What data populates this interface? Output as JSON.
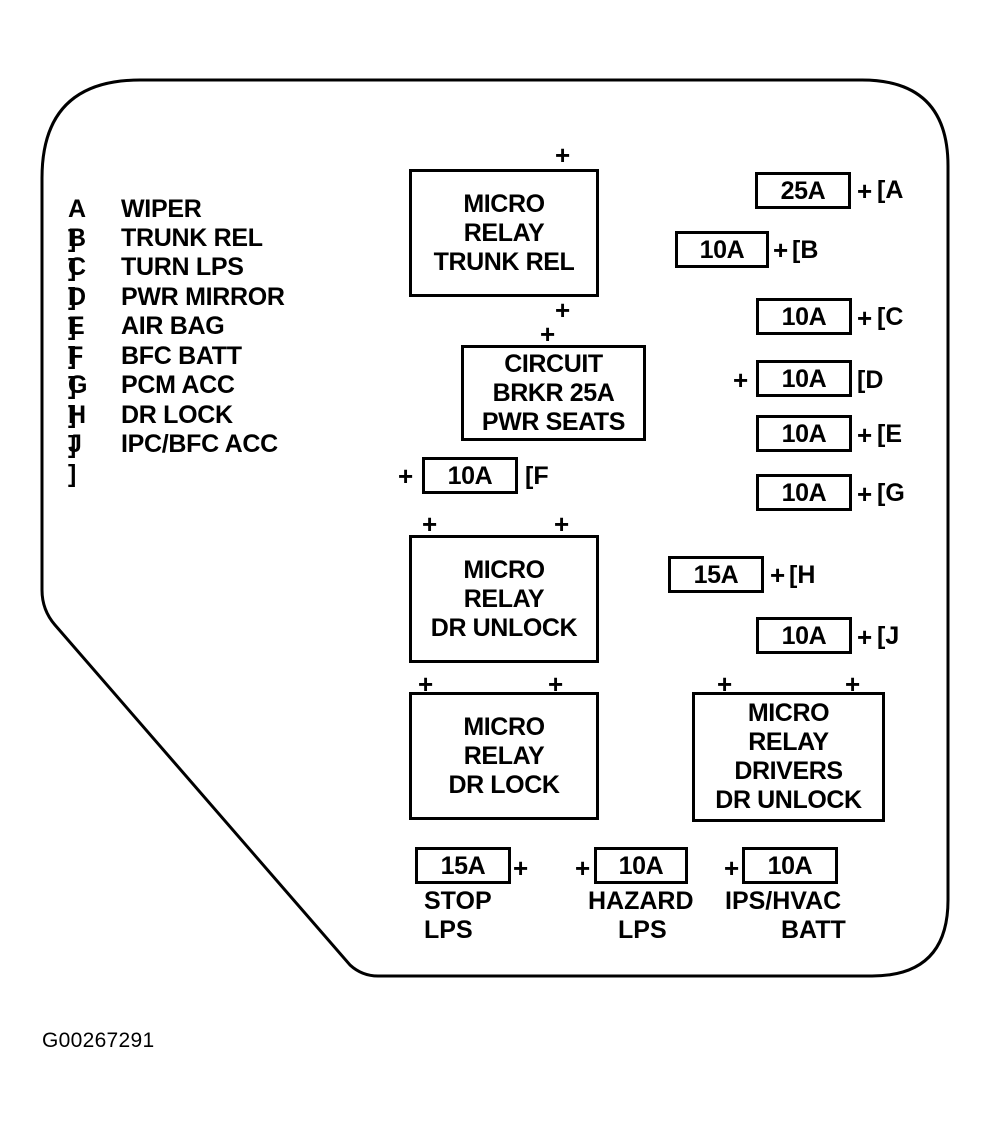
{
  "legend": [
    {
      "key": "A ]",
      "label": "WIPER"
    },
    {
      "key": "B ]",
      "label": "TRUNK REL"
    },
    {
      "key": "C ]",
      "label": "TURN LPS"
    },
    {
      "key": "D ]",
      "label": "PWR MIRROR"
    },
    {
      "key": "E ]",
      "label": "AIR BAG"
    },
    {
      "key": "F ]",
      "label": "BFC BATT"
    },
    {
      "key": "G ]",
      "label": "PCM ACC"
    },
    {
      "key": "H ]",
      "label": "DR LOCK"
    },
    {
      "key": "J ]",
      "label": "IPC/BFC ACC"
    }
  ],
  "plus_sign": "+",
  "components": {
    "relay_trunk": [
      "MICRO",
      "RELAY",
      "TRUNK REL"
    ],
    "breaker": [
      "CIRCUIT",
      "BRKR 25A",
      "PWR SEATS"
    ],
    "relay_dr_unlock": [
      "MICRO",
      "RELAY",
      "DR UNLOCK"
    ],
    "relay_dr_lock": [
      "MICRO",
      "RELAY",
      "DR LOCK"
    ],
    "relay_drivers": [
      "MICRO",
      "RELAY",
      "DRIVERS",
      "DR UNLOCK"
    ]
  },
  "fuses": {
    "a": {
      "amp": "25A",
      "tag": "[A"
    },
    "b": {
      "amp": "10A",
      "tag": "[B"
    },
    "c": {
      "amp": "10A",
      "tag": "[C"
    },
    "d": {
      "amp": "10A",
      "tag": "[D"
    },
    "e": {
      "amp": "10A",
      "tag": "[E"
    },
    "f": {
      "amp": "10A",
      "tag": "[F"
    },
    "g": {
      "amp": "10A",
      "tag": "[G"
    },
    "h": {
      "amp": "15A",
      "tag": "[H"
    },
    "j": {
      "amp": "10A",
      "tag": "[J"
    },
    "stop": {
      "amp": "15A",
      "label": [
        "STOP",
        "LPS"
      ]
    },
    "hazard": {
      "amp": "10A",
      "label": [
        "HAZARD",
        "LPS"
      ]
    },
    "ips": {
      "amp": "10A",
      "label": [
        "IPS/HVAC",
        "BATT"
      ]
    }
  },
  "figure_id": "G00267291"
}
